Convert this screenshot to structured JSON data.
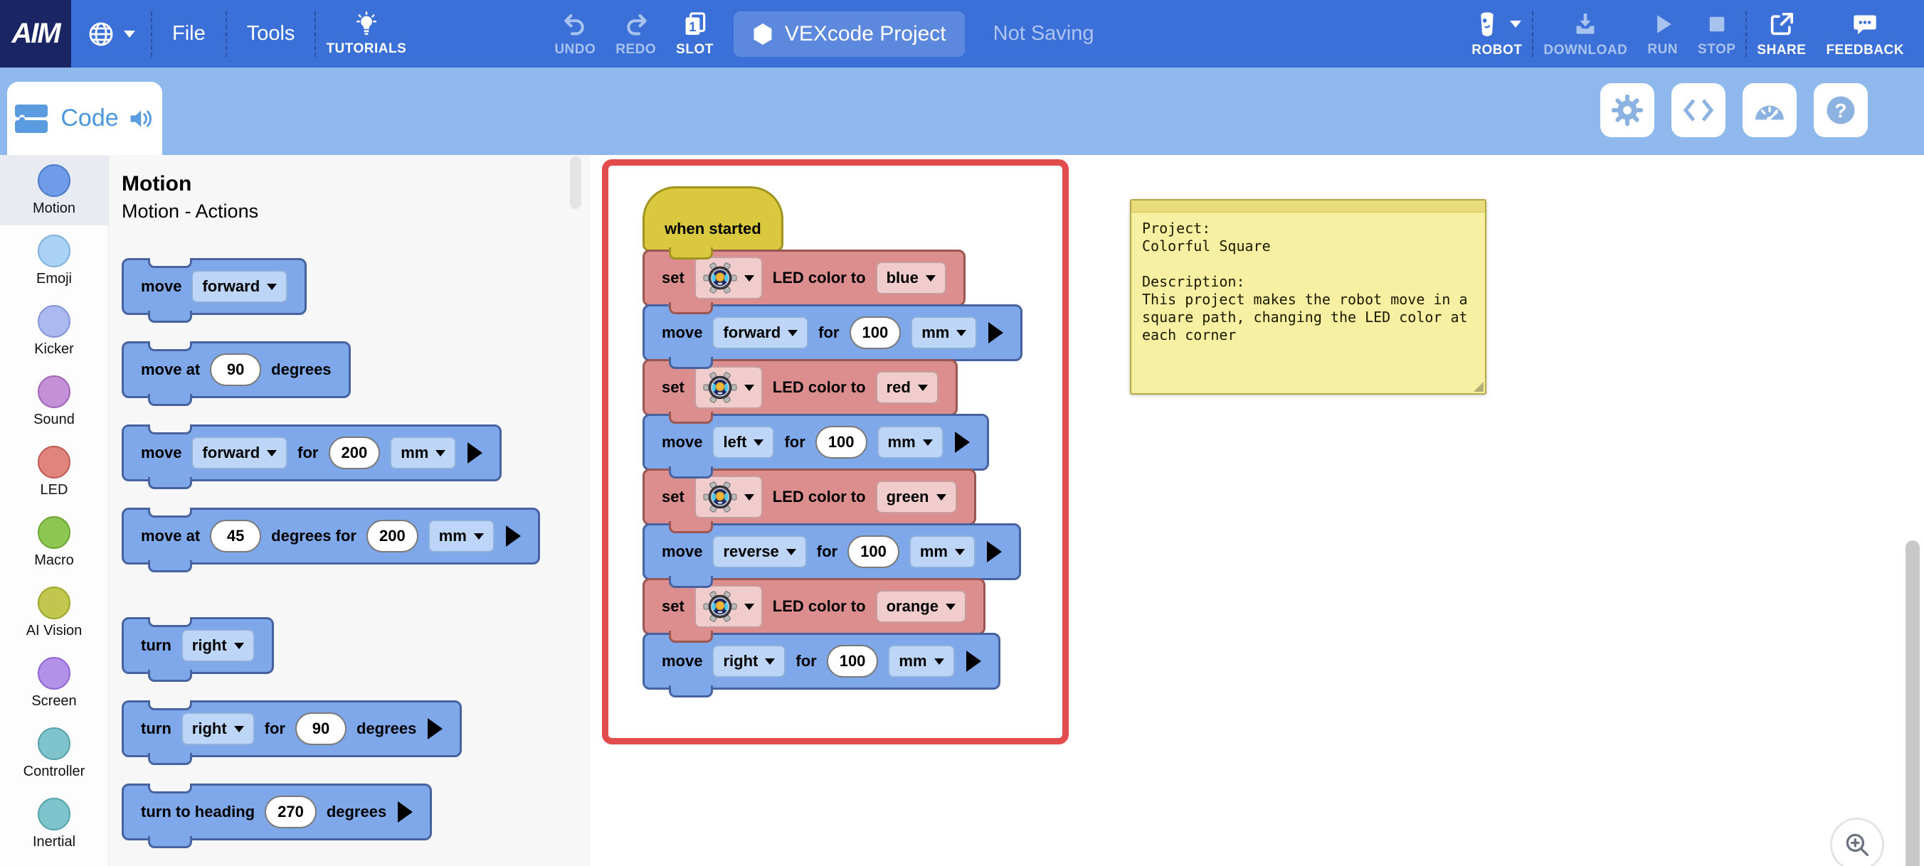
{
  "colors": {
    "topbar": "#3b70d8",
    "logo_bg": "#1a2563",
    "subbar": "#8fb9ec",
    "faded_toolbar": "#a9c3ef",
    "tab_accent": "#4b96dd",
    "selection_rect": "#e34c4c",
    "block_blue": "#7fa8ea",
    "block_red": "#dc8e8e",
    "hat_yellow": "#dac93f",
    "comment_bg": "#f7f0a2"
  },
  "topbar": {
    "logo": "AIM",
    "file": "File",
    "tools": "Tools",
    "tutorials": "TUTORIALS",
    "undo": "UNDO",
    "redo": "REDO",
    "slot": "SLOT",
    "slot_number": "1",
    "project_name": "VEXcode Project",
    "save_status": "Not Saving",
    "robot": "ROBOT",
    "download": "DOWNLOAD",
    "run": "RUN",
    "stop": "STOP",
    "share": "SHARE",
    "feedback": "FEEDBACK"
  },
  "subbar": {
    "tab_label": "Code"
  },
  "sidebar": {
    "items": [
      {
        "label": "Motion",
        "fill": "#6f9be8",
        "stroke": "#4f7dc8",
        "selected": true
      },
      {
        "label": "Emoji",
        "fill": "#a9d2f5",
        "stroke": "#7fb2dd",
        "selected": false
      },
      {
        "label": "Kicker",
        "fill": "#aab9ef",
        "stroke": "#8795d8",
        "selected": false
      },
      {
        "label": "Sound",
        "fill": "#c491d8",
        "stroke": "#a168b8",
        "selected": false
      },
      {
        "label": "LED",
        "fill": "#e0857e",
        "stroke": "#c05a55",
        "selected": false
      },
      {
        "label": "Macro",
        "fill": "#8ec654",
        "stroke": "#6da534",
        "selected": false
      },
      {
        "label": "AI Vision",
        "fill": "#c1c64f",
        "stroke": "#9fa62c",
        "selected": false
      },
      {
        "label": "Screen",
        "fill": "#b491e8",
        "stroke": "#9165d2",
        "selected": false
      },
      {
        "label": "Controller",
        "fill": "#7fc4cc",
        "stroke": "#55a2ab",
        "selected": false
      },
      {
        "label": "Inertial",
        "fill": "#7fc4cc",
        "stroke": "#55a2ab",
        "selected": false
      }
    ]
  },
  "palette": {
    "title": "Motion",
    "subtitle": "Motion - Actions",
    "blocks": [
      {
        "kind": "blue",
        "name": "block-move",
        "parts": [
          {
            "t": "label",
            "v": "move"
          },
          {
            "t": "dd",
            "v": "forward"
          }
        ]
      },
      {
        "kind": "blue",
        "name": "block-move-at-degrees",
        "parts": [
          {
            "t": "label",
            "v": "move at"
          },
          {
            "t": "oval",
            "v": "90"
          },
          {
            "t": "label",
            "v": "degrees"
          }
        ]
      },
      {
        "kind": "blue",
        "name": "block-move-for",
        "parts": [
          {
            "t": "label",
            "v": "move"
          },
          {
            "t": "dd",
            "v": "forward"
          },
          {
            "t": "label",
            "v": "for"
          },
          {
            "t": "oval",
            "v": "200"
          },
          {
            "t": "dd",
            "v": "mm"
          },
          {
            "t": "play"
          }
        ]
      },
      {
        "kind": "blue",
        "name": "block-move-at-degrees-for",
        "parts": [
          {
            "t": "label",
            "v": "move at"
          },
          {
            "t": "oval",
            "v": "45"
          },
          {
            "t": "label",
            "v": "degrees for"
          },
          {
            "t": "oval",
            "v": "200"
          },
          {
            "t": "dd",
            "v": "mm"
          },
          {
            "t": "play"
          }
        ]
      },
      {
        "kind": "blue",
        "name": "block-turn",
        "group": true,
        "parts": [
          {
            "t": "label",
            "v": "turn"
          },
          {
            "t": "dd",
            "v": "right"
          }
        ]
      },
      {
        "kind": "blue",
        "name": "block-turn-for",
        "parts": [
          {
            "t": "label",
            "v": "turn"
          },
          {
            "t": "dd",
            "v": "right"
          },
          {
            "t": "label",
            "v": "for"
          },
          {
            "t": "oval",
            "v": "90"
          },
          {
            "t": "label",
            "v": "degrees"
          },
          {
            "t": "play"
          }
        ]
      },
      {
        "kind": "blue",
        "name": "block-turn-to-heading",
        "parts": [
          {
            "t": "label",
            "v": "turn to heading"
          },
          {
            "t": "oval",
            "v": "270"
          },
          {
            "t": "label",
            "v": "degrees"
          },
          {
            "t": "play"
          }
        ]
      }
    ]
  },
  "canvas": {
    "program": [
      {
        "kind": "hat",
        "name": "block-when-started",
        "parts": [
          {
            "t": "label",
            "v": "when started"
          }
        ]
      },
      {
        "kind": "red",
        "name": "block-set-led-color",
        "parts": [
          {
            "t": "label",
            "v": "set"
          },
          {
            "t": "icondd"
          },
          {
            "t": "label",
            "v": "LED color to"
          },
          {
            "t": "dd",
            "v": "blue"
          }
        ]
      },
      {
        "kind": "blue",
        "name": "block-move-for",
        "parts": [
          {
            "t": "label",
            "v": "move"
          },
          {
            "t": "dd",
            "v": "forward"
          },
          {
            "t": "label",
            "v": "for"
          },
          {
            "t": "oval",
            "v": "100"
          },
          {
            "t": "dd",
            "v": "mm"
          },
          {
            "t": "play"
          }
        ]
      },
      {
        "kind": "red",
        "name": "block-set-led-color",
        "parts": [
          {
            "t": "label",
            "v": "set"
          },
          {
            "t": "icondd"
          },
          {
            "t": "label",
            "v": "LED color to"
          },
          {
            "t": "dd",
            "v": "red"
          }
        ]
      },
      {
        "kind": "blue",
        "name": "block-move-for",
        "parts": [
          {
            "t": "label",
            "v": "move"
          },
          {
            "t": "dd",
            "v": "left"
          },
          {
            "t": "label",
            "v": "for"
          },
          {
            "t": "oval",
            "v": "100"
          },
          {
            "t": "dd",
            "v": "mm"
          },
          {
            "t": "play"
          }
        ]
      },
      {
        "kind": "red",
        "name": "block-set-led-color",
        "parts": [
          {
            "t": "label",
            "v": "set"
          },
          {
            "t": "icondd"
          },
          {
            "t": "label",
            "v": "LED color to"
          },
          {
            "t": "dd",
            "v": "green"
          }
        ]
      },
      {
        "kind": "blue",
        "name": "block-move-for",
        "parts": [
          {
            "t": "label",
            "v": "move"
          },
          {
            "t": "dd",
            "v": "reverse"
          },
          {
            "t": "label",
            "v": "for"
          },
          {
            "t": "oval",
            "v": "100"
          },
          {
            "t": "dd",
            "v": "mm"
          },
          {
            "t": "play"
          }
        ]
      },
      {
        "kind": "red",
        "name": "block-set-led-color",
        "parts": [
          {
            "t": "label",
            "v": "set"
          },
          {
            "t": "icondd"
          },
          {
            "t": "label",
            "v": "LED color to"
          },
          {
            "t": "dd",
            "v": "orange"
          }
        ]
      },
      {
        "kind": "blue",
        "name": "block-move-for",
        "parts": [
          {
            "t": "label",
            "v": "move"
          },
          {
            "t": "dd",
            "v": "right"
          },
          {
            "t": "label",
            "v": "for"
          },
          {
            "t": "oval",
            "v": "100"
          },
          {
            "t": "dd",
            "v": "mm"
          },
          {
            "t": "play"
          }
        ]
      }
    ],
    "comment_text": "Project:\nColorful Square\n\nDescription:\nThis project makes the robot move in a\nsquare path, changing the LED color at\neach corner"
  }
}
